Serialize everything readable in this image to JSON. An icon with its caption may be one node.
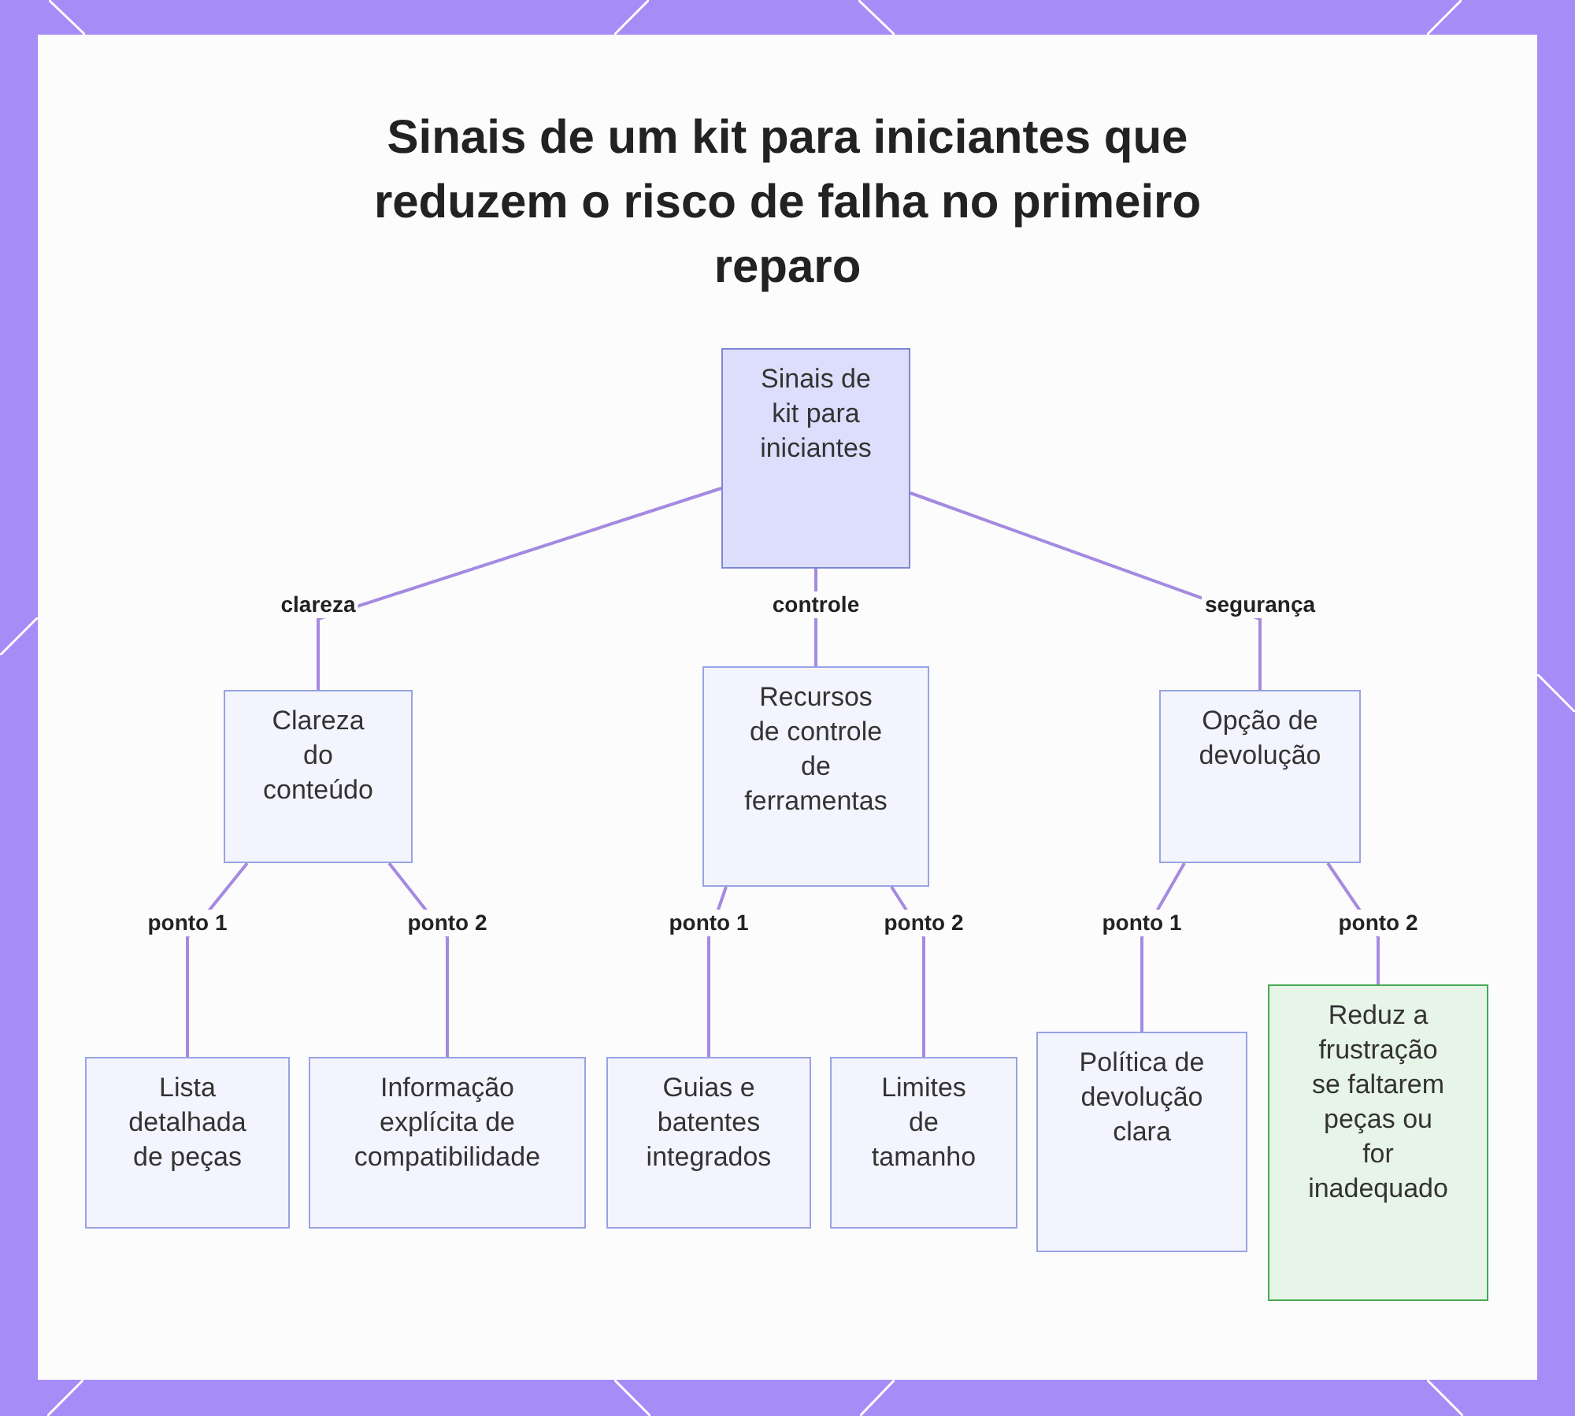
{
  "diagram": {
    "title": "Sinais de um kit para iniciantes que reduzem o risco de falha no primeiro reparo",
    "nodes": [
      {
        "text": [
          "Sinais de kit para iniciantes"
        ]
      },
      {
        "text": [
          "Clareza do conteúdo"
        ]
      },
      {
        "text": [
          "Recursos de controle de ferramentas"
        ]
      },
      {
        "text": [
          "Opção de devolução"
        ]
      },
      {
        "text": [
          "Lista detalhada de peças"
        ]
      },
      {
        "text": [
          "Informação explícita de compatibilidade"
        ]
      },
      {
        "text": [
          "Guias e batentes integrados"
        ]
      },
      {
        "text": [
          "Limites de tamanho"
        ]
      },
      {
        "text": [
          "Política de devolução clara"
        ]
      },
      {
        "text": [
          "Reduz a frustração se faltarem peças ou for inadequado"
        ]
      }
    ],
    "edges": [
      {
        "from": 0,
        "to": 1,
        "arrow": "none",
        "label": "clareza"
      },
      {
        "from": 0,
        "to": 2,
        "arrow": "none",
        "label": "controle"
      },
      {
        "from": 0,
        "to": 3,
        "arrow": "none",
        "label": "segurança"
      },
      {
        "from": 1,
        "to": 4,
        "arrow": "none",
        "label": "ponto 1"
      },
      {
        "from": 1,
        "to": 5,
        "arrow": "none",
        "label": "ponto 2"
      },
      {
        "from": 2,
        "to": 6,
        "arrow": "none",
        "label": "ponto 1"
      },
      {
        "from": 2,
        "to": 7,
        "arrow": "none",
        "label": "ponto 2"
      },
      {
        "from": 3,
        "to": 8,
        "arrow": "none",
        "label": "ponto 1"
      },
      {
        "from": 3,
        "to": 9,
        "arrow": "none",
        "label": "ponto 2"
      }
    ]
  }
}
